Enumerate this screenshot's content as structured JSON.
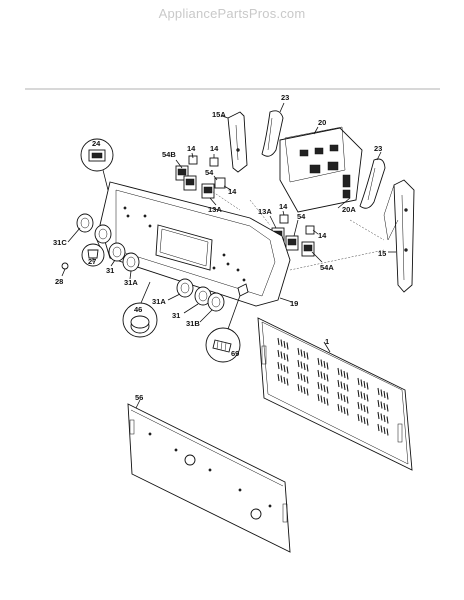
{
  "watermark": "AppliancePartsPros.com",
  "labels": {
    "p24": "24",
    "p15A": "15A",
    "p23a": "23",
    "p20": "20",
    "p23b": "23",
    "p14a": "14",
    "p14b": "14",
    "p54B": "54B",
    "p54a": "54",
    "p14c": "14",
    "p13Aa": "13A",
    "p13Ab": "13A",
    "p14d": "14",
    "p54b": "54",
    "p14e": "14",
    "p20A": "20A",
    "p15": "15",
    "p54A": "54A",
    "p31C": "31C",
    "p27": "27",
    "p31a": "31",
    "p31Aa": "31A",
    "p28": "28",
    "p46": "46",
    "p31Ab": "31A",
    "p31b": "31",
    "p31B": "31B",
    "p19": "19",
    "p69": "69",
    "p1": "1",
    "p56": "56"
  }
}
